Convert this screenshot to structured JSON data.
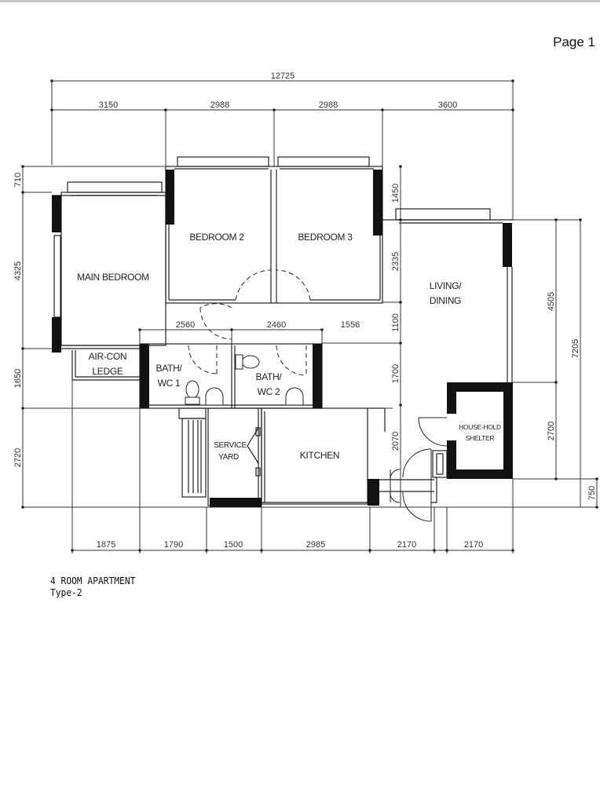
{
  "page": {
    "label": "Page 1"
  },
  "plan": {
    "title": "4 ROOM APARTMENT",
    "subtitle": "Type-2",
    "overall_width": "12725",
    "top_dims": [
      "3150",
      "2988",
      "2988",
      "3600"
    ],
    "inner_dims": [
      "2560",
      "2460",
      "1556"
    ],
    "bottom_dims": [
      "1875",
      "1790",
      "1500",
      "2985",
      "2170",
      "2170"
    ],
    "left_dims": [
      "710",
      "4325",
      "1650",
      "2720"
    ],
    "mid_right_dims": [
      "1450",
      "2335",
      "1100",
      "1700",
      "2070"
    ],
    "far_right_dims": [
      "4505",
      "2700",
      "750"
    ],
    "overall_depth": "7205",
    "rooms": {
      "main_bedroom": "MAIN BEDROOM",
      "bedroom2": "BEDROOM 2",
      "bedroom3": "BEDROOM 3",
      "living_line1": "LIVING/",
      "living_line2": "DINING",
      "aircon_line1": "AIR-CON",
      "aircon_line2": "LEDGE",
      "bath1_line1": "BATH/",
      "bath1_line2": "WC 1",
      "bath2_line1": "BATH/",
      "bath2_line2": "WC 2",
      "service_line1": "SERVICE",
      "service_line2": "YARD",
      "kitchen": "KITCHEN",
      "shelter_line1": "HOUSE-HOLD",
      "shelter_line2": "SHELTER"
    },
    "colors": {
      "wall": "#111111",
      "line": "#333333",
      "background": "#ffffff"
    }
  }
}
